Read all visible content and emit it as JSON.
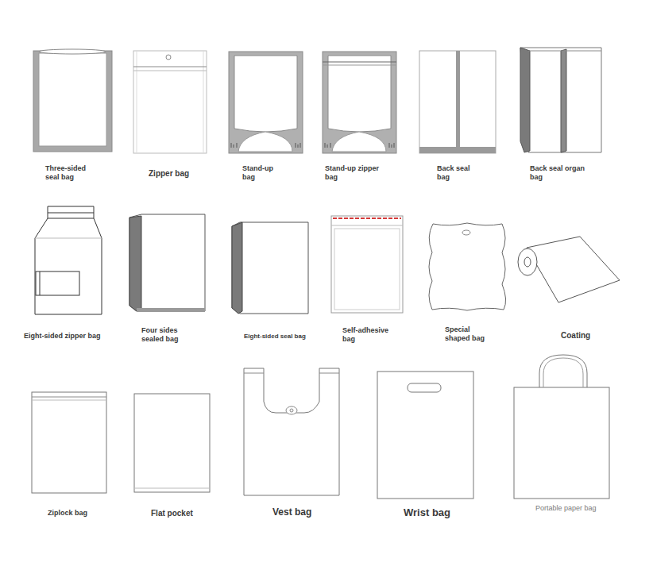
{
  "diagram": {
    "labels": [
      "Three-sided seal bag",
      "Zipper bag",
      "Stand-up bag",
      "Stand-up zipper bag",
      "Back seal bag",
      "Back seal organ bag",
      "Eight-sided zipper bag",
      "Four sides sealed bag",
      "Eight-sided seal bag",
      "Self-adhesive bag",
      "Special shaped bag",
      "Coating",
      "Ziplock bag",
      "Flat pocket",
      "Vest bag",
      "Wrist bag",
      "Portable paper bag"
    ]
  }
}
